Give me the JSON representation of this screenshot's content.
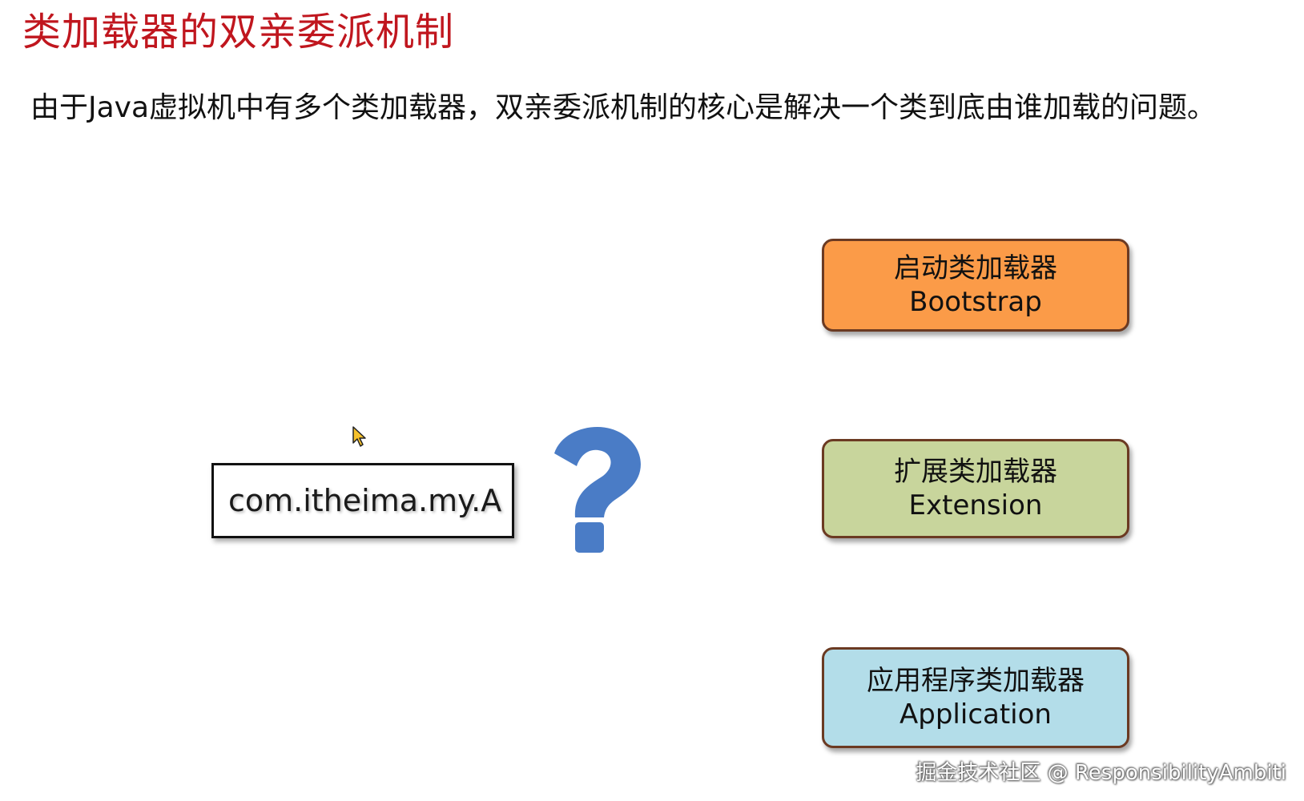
{
  "title": "类加载器的双亲委派机制",
  "subtitle": "由于Java虚拟机中有多个类加载器，双亲委派机制的核心是解决一个类到底由谁加载的问题。",
  "class_name": "com.itheima.my.A",
  "question_icon": "question-mark-icon",
  "colors": {
    "title": "#c0161e",
    "question_mark": "#4a7cc6",
    "bootstrap": "#fb9b48",
    "extension": "#c8d59c",
    "application": "#b3dde9",
    "loader_border": "#6b3a22"
  },
  "loaders": [
    {
      "name_cn": "启动类加载器",
      "name_en": "Bootstrap"
    },
    {
      "name_cn": "扩展类加载器",
      "name_en": "Extension"
    },
    {
      "name_cn": "应用程序类加载器",
      "name_en": "Application"
    }
  ],
  "watermark": "掘金技术社区 @ ResponsibilityAmbiti"
}
